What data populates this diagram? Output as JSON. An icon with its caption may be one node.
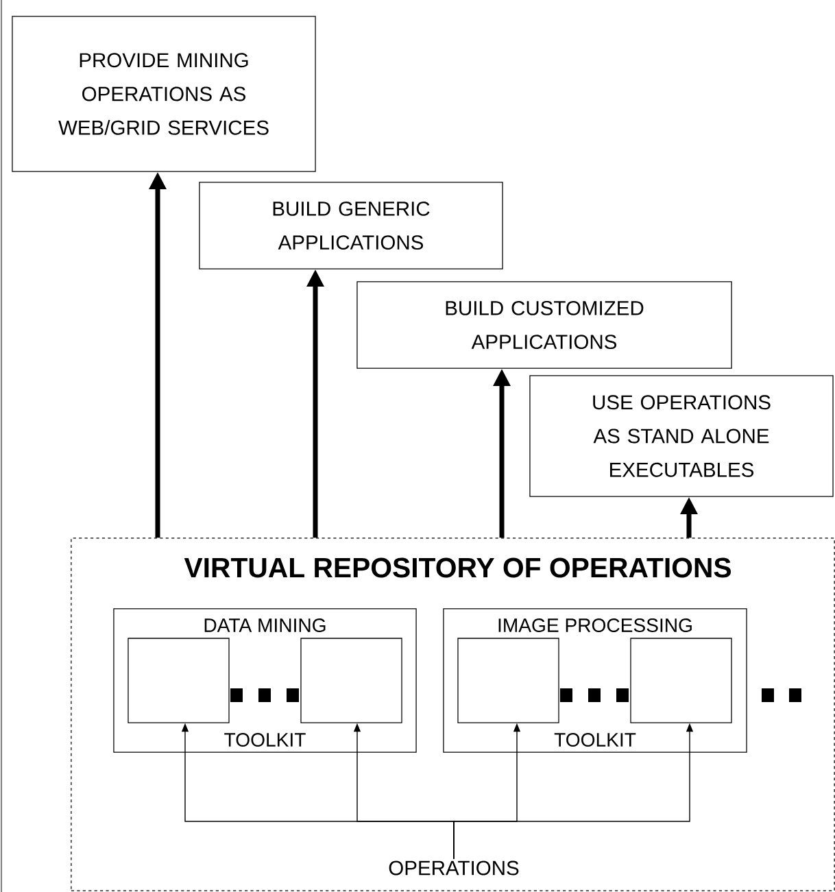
{
  "diagram": {
    "nodes": [
      {
        "text": [
          "PROVIDE MINING OPERATIONS AS WEB/GRID SERVICES"
        ]
      },
      {
        "text": [
          "BUILD GENERIC APPLICATIONS"
        ]
      },
      {
        "text": [
          "BUILD CUSTOMIZED APPLICATIONS"
        ]
      },
      {
        "text": [
          "USE OPERATIONS AS STAND ALONE EXECUTABLES"
        ]
      },
      {
        "text": [
          "VIRTUAL REPOSITORY OF OPERATIONS"
        ]
      },
      {
        "text": [
          "DATA MINING",
          "TOOLKIT"
        ],
        "in": 4
      },
      {
        "text": [],
        "shape": "box",
        "in": 5
      },
      {
        "text": [],
        "shape": "box",
        "in": 5
      },
      {
        "text": [
          "IMAGE PROCESSING",
          "TOOLKIT"
        ],
        "in": 4
      },
      {
        "text": [],
        "shape": "box",
        "in": 8
      },
      {
        "text": [],
        "shape": "box",
        "in": 8
      },
      {
        "text": [
          "OPERATIONS"
        ],
        "in": 4
      }
    ],
    "edges": [
      {
        "from": 4,
        "to": 0,
        "arrow": "to",
        "style": "thick"
      },
      {
        "from": 4,
        "to": 1,
        "arrow": "to",
        "style": "thick"
      },
      {
        "from": 4,
        "to": 2,
        "arrow": "to",
        "style": "thick"
      },
      {
        "from": 4,
        "to": 3,
        "arrow": "to",
        "style": "thick"
      },
      {
        "from": 11,
        "to": 6,
        "arrow": "to"
      },
      {
        "from": 11,
        "to": 7,
        "arrow": "to"
      },
      {
        "from": 11,
        "to": 9,
        "arrow": "to"
      },
      {
        "from": 11,
        "to": 10,
        "arrow": "to"
      }
    ]
  }
}
